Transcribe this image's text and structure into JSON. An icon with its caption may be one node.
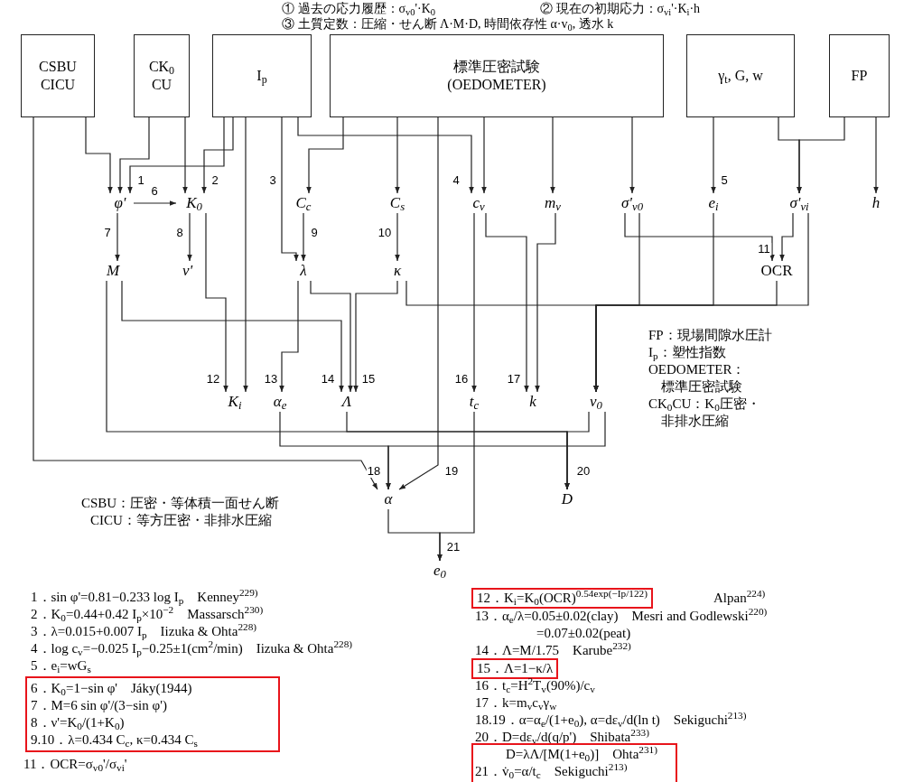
{
  "diagram": {
    "nodes": [
      {
        "text": [
          "CSBU CICU"
        ]
      },
      {
        "text": [
          "CK$_{0}$ CU"
        ]
      },
      {
        "text": [
          "I$_{p}$"
        ]
      },
      {
        "text": [
          "標準圧密試験",
          "(OEDOMETER)"
        ]
      },
      {
        "text": [
          "γ$_{t}$, G, w"
        ]
      },
      {
        "text": [
          "FP"
        ]
      },
      {
        "text": [
          "φ'"
        ]
      },
      {
        "text": [
          "K$_{0}$"
        ]
      },
      {
        "text": [
          "C$_{c}$"
        ]
      },
      {
        "text": [
          "C$_{s}$"
        ]
      },
      {
        "text": [
          "c$_{v}$"
        ]
      },
      {
        "text": [
          "m$_{v}$"
        ]
      },
      {
        "text": [
          "σ'$_{v0}$"
        ]
      },
      {
        "text": [
          "e$_{i}$"
        ]
      },
      {
        "text": [
          "σ'$_{vi}$"
        ]
      },
      {
        "text": [
          "h"
        ]
      },
      {
        "text": [
          "M"
        ]
      },
      {
        "text": [
          "ν'"
        ]
      },
      {
        "text": [
          "λ"
        ]
      },
      {
        "text": [
          "κ"
        ]
      },
      {
        "text": [
          "OCR"
        ]
      },
      {
        "text": [
          "K$_{i}$"
        ]
      },
      {
        "text": [
          "α$_{e}$"
        ]
      },
      {
        "text": [
          "Λ"
        ]
      },
      {
        "text": [
          "t$_{c}$"
        ]
      },
      {
        "text": [
          "k"
        ]
      },
      {
        "text": [
          "v$_{0}$"
        ]
      },
      {
        "text": [
          "α"
        ]
      },
      {
        "text": [
          "D"
        ]
      },
      {
        "text": [
          "e$_{0}$"
        ]
      }
    ],
    "edges": [
      {
        "from": 0,
        "to": 6,
        "arrow": "to"
      },
      {
        "from": 1,
        "to": 6,
        "arrow": "to"
      },
      {
        "from": 2,
        "to": 6,
        "arrow": "to",
        "label": "1"
      },
      {
        "from": 1,
        "to": 7,
        "arrow": "to"
      },
      {
        "from": 2,
        "to": 7,
        "arrow": "to",
        "label": "2"
      },
      {
        "from": 6,
        "to": 7,
        "arrow": "to",
        "label": "6"
      },
      {
        "from": 2,
        "to": 18,
        "arrow": "to",
        "label": "3"
      },
      {
        "from": 3,
        "to": 8,
        "arrow": "to"
      },
      {
        "from": 2,
        "to": 10,
        "arrow": "to"
      },
      {
        "from": 3,
        "to": 10,
        "arrow": "to",
        "label": "4"
      },
      {
        "from": 3,
        "to": 9,
        "arrow": "to"
      },
      {
        "from": 3,
        "to": 11,
        "arrow": "to"
      },
      {
        "from": 3,
        "to": 12,
        "arrow": "to"
      },
      {
        "from": 4,
        "to": 13,
        "arrow": "to",
        "label": "5"
      },
      {
        "from": 4,
        "to": 14,
        "arrow": "to"
      },
      {
        "from": 5,
        "to": 14,
        "arrow": "to"
      },
      {
        "from": 5,
        "to": 15,
        "arrow": "to"
      },
      {
        "from": 6,
        "to": 16,
        "arrow": "to",
        "label": "7"
      },
      {
        "from": 7,
        "to": 17,
        "arrow": "to",
        "label": "8"
      },
      {
        "from": 8,
        "to": 18,
        "arrow": "to",
        "label": "9"
      },
      {
        "from": 9,
        "to": 19,
        "arrow": "to",
        "label": "10"
      },
      {
        "from": 12,
        "to": 20,
        "arrow": "to",
        "label": "11"
      },
      {
        "from": 14,
        "to": 20,
        "arrow": "to"
      },
      {
        "from": 7,
        "to": 21,
        "arrow": "to",
        "label": "12"
      },
      {
        "from": 2,
        "to": 21,
        "arrow": "to"
      },
      {
        "from": 18,
        "to": 22,
        "arrow": "to",
        "label": "13"
      },
      {
        "from": 16,
        "to": 23,
        "arrow": "to",
        "label": "14"
      },
      {
        "from": 18,
        "to": 23,
        "arrow": "to",
        "label": "15"
      },
      {
        "from": 19,
        "to": 23,
        "arrow": "to"
      },
      {
        "from": 10,
        "to": 24,
        "arrow": "to",
        "label": "16"
      },
      {
        "from": 11,
        "to": 25,
        "arrow": "to",
        "label": "17"
      },
      {
        "from": 10,
        "to": 25,
        "arrow": "to"
      },
      {
        "from": 19,
        "to": 26,
        "arrow": "to"
      },
      {
        "from": 12,
        "to": 26,
        "arrow": "to"
      },
      {
        "from": 13,
        "to": 26,
        "arrow": "to"
      },
      {
        "from": 20,
        "to": 26,
        "arrow": "to"
      },
      {
        "from": 14,
        "to": 26,
        "arrow": "to"
      },
      {
        "from": 16,
        "to": 28,
        "arrow": "to",
        "label": "20"
      },
      {
        "from": 23,
        "to": 28,
        "arrow": "to"
      },
      {
        "from": 26,
        "to": 28,
        "arrow": "to"
      },
      {
        "from": 22,
        "to": 27,
        "arrow": "to",
        "label": "18"
      },
      {
        "from": 26,
        "to": 27,
        "arrow": "to"
      },
      {
        "from": 3,
        "to": 27,
        "arrow": "to",
        "label": "19"
      },
      {
        "from": 0,
        "to": 27,
        "arrow": "to"
      },
      {
        "from": 27,
        "to": 29,
        "arrow": "to",
        "label": "21"
      },
      {
        "from": 24,
        "to": 29,
        "arrow": "to"
      }
    ],
    "labels": [
      "① 過去の応力履歴：σ$_{v0}$'·K$_{0}$",
      "② 現在の初期応力：σ$_{vi}$'·K$_{i}$·h",
      "③ 土質定数：圧縮・せん断 Λ·M·D, 時間依存性 α·v$_{0}$, 透水 k",
      "FP：現場間隙水圧計",
      "I$_{p}$：塑性指数",
      "OEDOMETER：",
      "標準圧密試験",
      "CK$_{0}$CU：K$_{0}$圧密・",
      "非排水圧縮",
      "CSBU：圧密・等体積一面せん断",
      "CICU：等方圧密・非排水圧縮",
      "1．sin φ'=0.81−0.233 log I$_{p}$　Kenney$^{229)}$",
      "2．K$_{0}$=0.44+0.42 I$_{p}$×10$^{−2}$　Massarsch$^{230)}$",
      "3．λ=0.015+0.007 I$_{p}$　Iizuka & Ohta$^{228)}$",
      "4．log c$_{v}$=−0.025 I$_{p}$−0.25±1(cm$^{2}$/min)　Iizuka & Ohta$^{228)}$",
      "5．e$_{i}$=wG$_{s}$",
      "6．K$_{0}$=1−sin φ'　Jáky(1944)",
      "7．M=6 sin φ'/(3−sin φ')",
      "8．ν'=K$_{0}$/(1+K$_{0}$)",
      "9.10．λ=0.434 C$_{c}$, κ=0.434 C$_{s}$",
      "11．OCR=σ$_{v0}$'/σ$_{vi}$'",
      "12．K$_{i}$=K$_{0}$(OCR)$^{0.54exp(−Ip/122)}$",
      "Alpan$^{224)}$",
      "13．α$_{e}$/λ=0.05±0.02(clay)　Mesri and Godlewski$^{220)}$",
      "=0.07±0.02(peat)",
      "14．Λ=M/1.75　Karube$^{232)}$",
      "15．Λ=1−κ/λ",
      "16．t$_{c}$=H$^{2}$T$_{v}$(90%)/c$_{v}$",
      "17．k=m$_{v}$c$_{v}$γ$_{w}$",
      "18.19．α=α$_{e}$/(1+e$_{0}$), α=dε$_{v}$/d(ln t)　Sekiguchi$^{213)}$",
      "20．D=dε$_{v}$/d(q/p')　Shibata$^{233)}$",
      "D=λΛ/[M(1+e$_{0}$)]　Ohta$^{231)}$",
      "21．v̇$_{0}$=α/t$_{c}$　Sekiguchi$^{213)}$"
    ]
  }
}
